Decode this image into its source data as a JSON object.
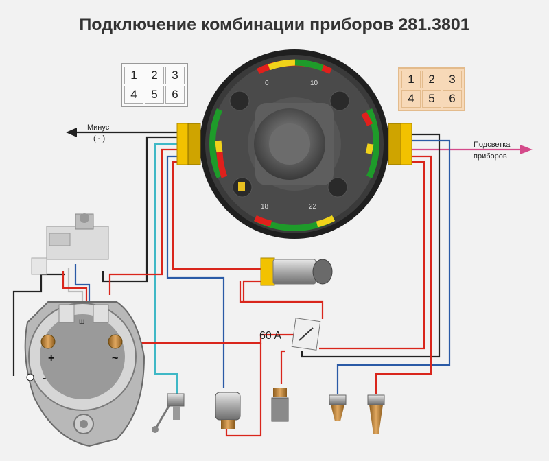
{
  "title": "Подключение комбинации приборов 281.3801",
  "connector_left": {
    "pins": [
      "1",
      "2",
      "3",
      "4",
      "5",
      "6"
    ]
  },
  "connector_right": {
    "pins": [
      "1",
      "2",
      "3",
      "4",
      "5",
      "6"
    ]
  },
  "labels": {
    "minus": "Минус",
    "minus_sign": "( - )",
    "backlight_line1": "Подсветка",
    "backlight_line2": "приборов",
    "fuse": "60 A",
    "alt_plus": "+",
    "alt_minus": "-",
    "alt_w": "~",
    "alt_terminal": "Ш"
  },
  "gauges": {
    "top_min": "0",
    "top_max": "10",
    "bottom_min": "18",
    "bottom_max": "22"
  },
  "colors": {
    "wire_red": "#d9261c",
    "wire_blue": "#2a5aa6",
    "wire_cyan": "#3fb8c6",
    "wire_black": "#222222",
    "wire_pink": "#d44a8a",
    "connector_yellow": "#f2c200",
    "gauge_green": "#1e9b2a",
    "gauge_red": "#e0201c",
    "gauge_yellow": "#f0d21a"
  }
}
